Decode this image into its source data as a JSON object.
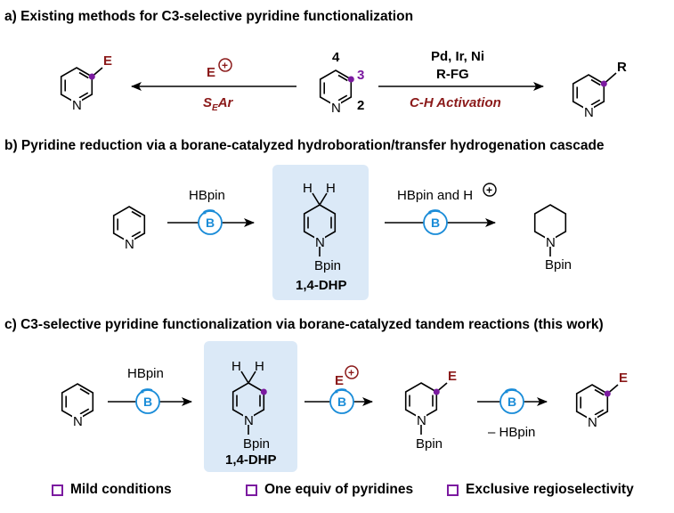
{
  "sections": {
    "a": {
      "heading": "a) Existing methods for C3-selective pyridine functionalization",
      "left_product_sub": "E",
      "left_arrow_top": "E",
      "left_arrow_top_charge": "+",
      "left_arrow_bottom": "S",
      "left_arrow_bottom_sub": "E",
      "left_arrow_bottom_suffix": "Ar",
      "center_pos4": "4",
      "center_pos3": "3",
      "center_pos2": "2",
      "right_arrow_top1": "Pd, Ir, Ni",
      "right_arrow_top2": "R-FG",
      "right_arrow_bottom": "C-H Activation",
      "right_product_sub": "R",
      "n_label": "N"
    },
    "b": {
      "heading": "b) Pyridine reduction via a borane-catalyzed hydroboration/transfer hydrogenation cascade",
      "reagent1": "HBpin",
      "catalyst": "B",
      "intermediate_label": "1,4-DHP",
      "intermediate_h": "H",
      "bpin": "Bpin",
      "reagent2": "HBpin and H",
      "reagent2_charge": "+",
      "n_label": "N"
    },
    "c": {
      "heading": "c) C3-selective pyridine functionalization via borane-catalyzed tandem reactions (this work)",
      "reagent1": "HBpin",
      "catalyst": "B",
      "intermediate_label": "1,4-DHP",
      "intermediate_h": "H",
      "bpin": "Bpin",
      "electrophile": "E",
      "electrophile_charge": "+",
      "substituent": "E",
      "elimination": "– HBpin",
      "n_label": "N"
    }
  },
  "footer": {
    "features": [
      "Mild conditions",
      "One equiv of pyridines",
      "Exclusive regioselectivity"
    ]
  },
  "colors": {
    "catalyst_blue": "#1a8cd8",
    "highlight_bg": "#dbe9f7",
    "marker_purple": "#7b1aa0",
    "label_red": "#8b1a1a"
  }
}
